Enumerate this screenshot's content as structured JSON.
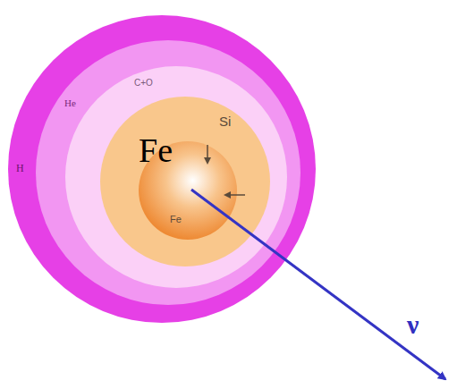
{
  "diagram": {
    "nodes": [
      {
        "text": [
          "H"
        ]
      },
      {
        "text": [
          "He"
        ],
        "in": 0
      },
      {
        "text": [
          "C+O"
        ],
        "in": 1
      },
      {
        "text": [
          "Si"
        ],
        "in": 2
      },
      {
        "text": [
          "Fe"
        ],
        "in": 3
      }
    ],
    "labels": [
      "Fe",
      "ν"
    ]
  }
}
